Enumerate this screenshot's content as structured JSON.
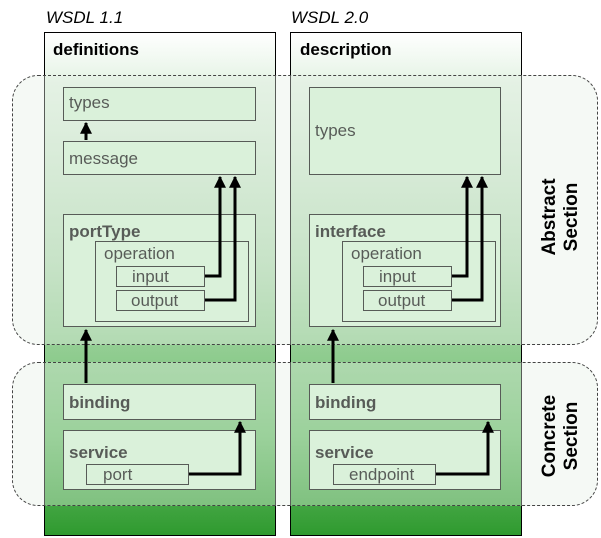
{
  "wsdl11": {
    "title": "WSDL 1.1",
    "root": "definitions",
    "types": "types",
    "message": "message",
    "porttype": "portType",
    "operation": "operation",
    "input": "input",
    "output": "output",
    "binding": "binding",
    "service": "service",
    "port": "port"
  },
  "wsdl20": {
    "title": "WSDL 2.0",
    "root": "description",
    "types": "types",
    "interface": "interface",
    "operation": "operation",
    "input": "input",
    "output": "output",
    "binding": "binding",
    "service": "service",
    "endpoint": "endpoint"
  },
  "sections": {
    "abstract": "Abstract Section",
    "concrete": "Concrete Section"
  },
  "colors": {
    "box_fill": "#d4f2d4",
    "column_bottom": "#2f9a2f",
    "arrow": "#000000"
  }
}
